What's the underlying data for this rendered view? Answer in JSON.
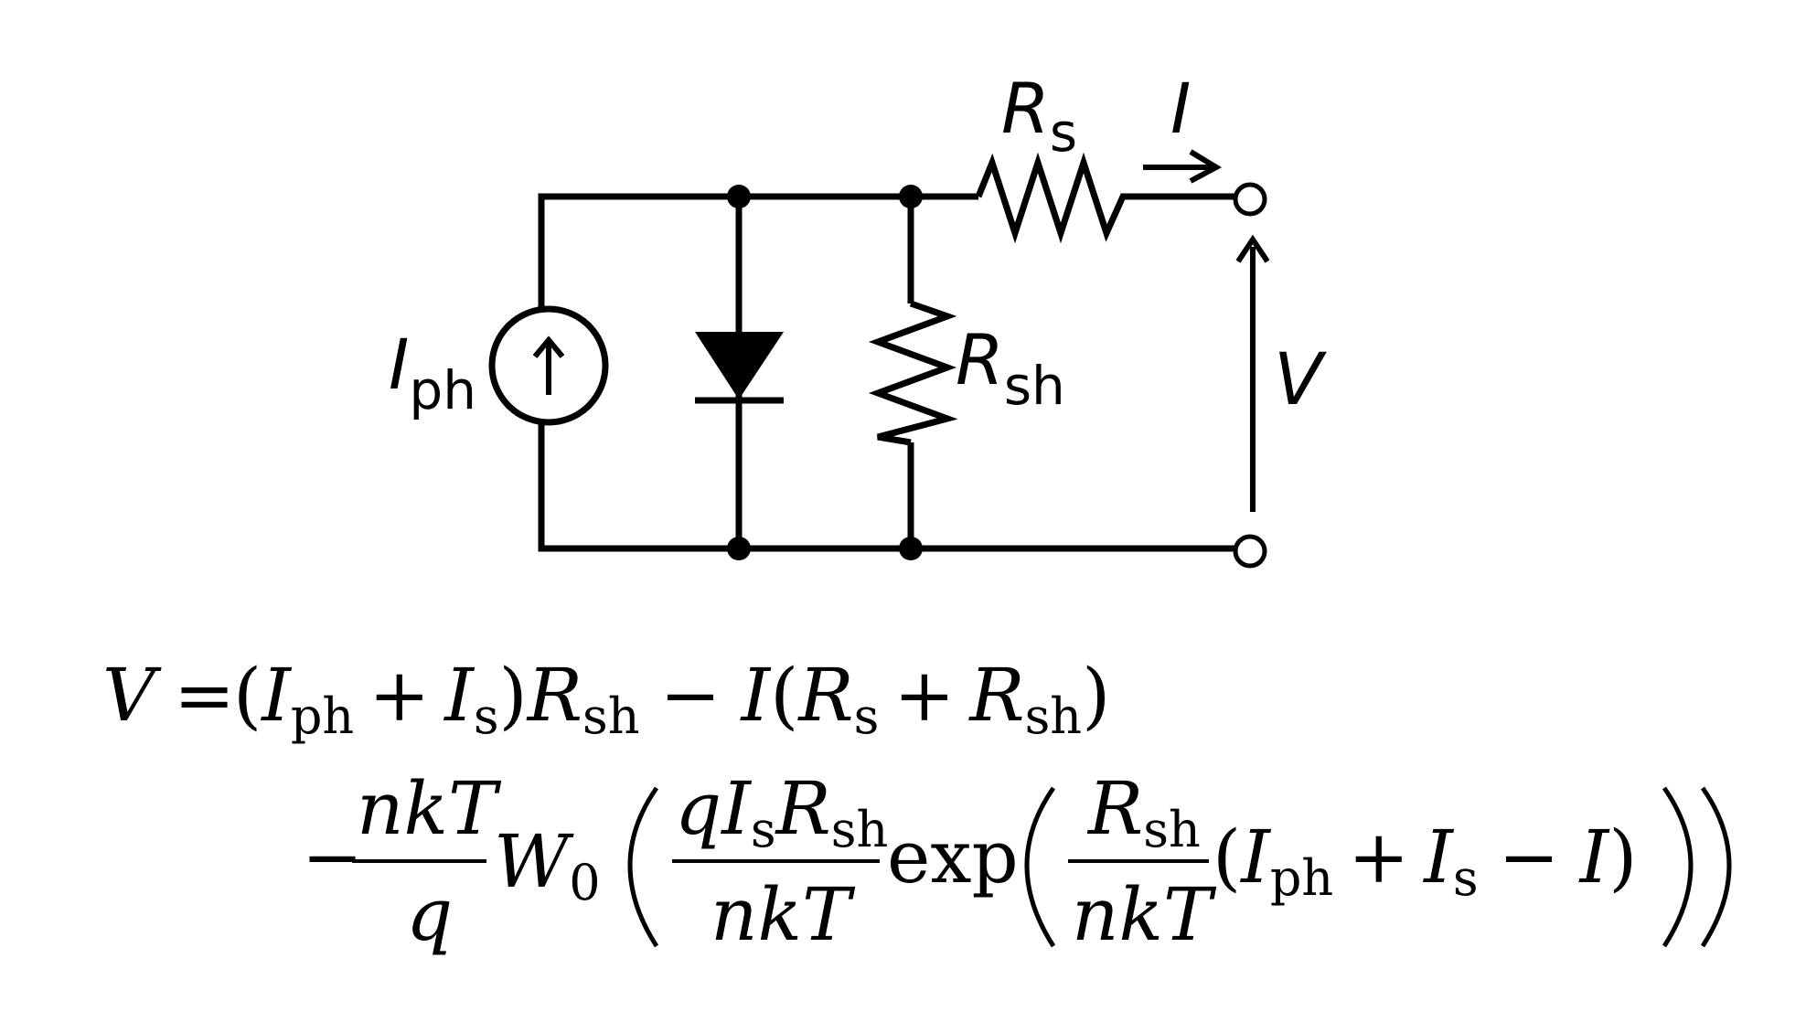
{
  "circuit": {
    "labels": {
      "current_source": {
        "main": "I",
        "sub": "ph"
      },
      "series_resistor": {
        "main": "R",
        "sub": "s"
      },
      "shunt_resistor": {
        "main": "R",
        "sub": "sh"
      },
      "output_current": "I",
      "output_voltage": "V"
    },
    "colors": {
      "stroke": "#000000",
      "background": "#ffffff"
    }
  },
  "equation": {
    "line1": {
      "lhs": "V",
      "eq": "=",
      "open1": "(",
      "i1": "I",
      "i1_sub": "ph",
      "plus1": "+",
      "i2": "I",
      "i2_sub": "s",
      "close1": ")",
      "r1": "R",
      "r1_sub": "sh",
      "minus1": "−",
      "i3": "I",
      "open2": "(",
      "r2": "R",
      "r2_sub": "s",
      "plus2": "+",
      "r3": "R",
      "r3_sub": "sh",
      "close2": ")"
    },
    "line2": {
      "minus": "−",
      "frac1_num": "nkT",
      "frac1_den": "q",
      "w": "W",
      "w_sub": "0",
      "frac2_num_q": "q",
      "frac2_num_i": "I",
      "frac2_num_i_sub": "s",
      "frac2_num_r": "R",
      "frac2_num_r_sub": "sh",
      "frac2_den": "nkT",
      "exp": "exp",
      "frac3_num": "R",
      "frac3_num_sub": "sh",
      "frac3_den": "nkT",
      "open": "(",
      "i1": "I",
      "i1_sub": "ph",
      "plus": "+",
      "i2": "I",
      "i2_sub": "s",
      "minus2": "−",
      "i3": "I",
      "close": ")"
    }
  }
}
